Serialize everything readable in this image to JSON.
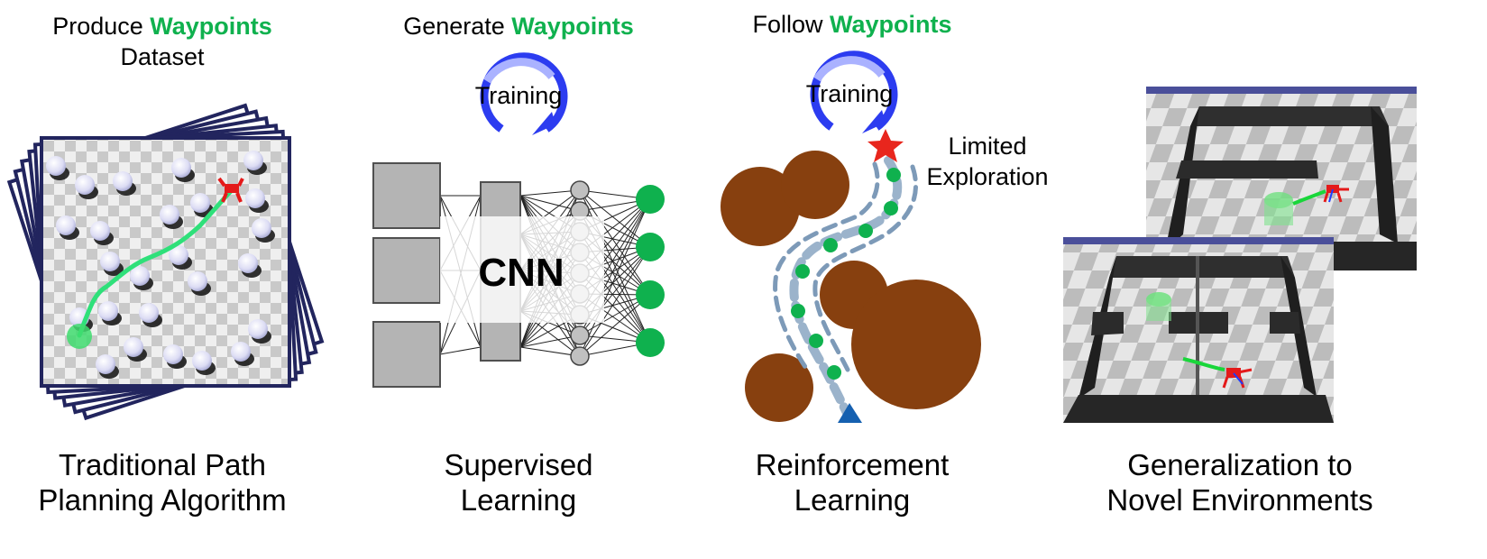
{
  "colors": {
    "waypoint_green": "#0fb14e",
    "training_blue": "#2c3cf0",
    "obstacle_brown": "#87400f",
    "frame_navy": "#22255e",
    "star_red": "#e8261d",
    "goal_triangle_blue": "#1560b0",
    "block_gray": "#b4b4b4"
  },
  "panel1": {
    "title_prefix": "Produce",
    "title_highlight": "Waypoints",
    "title_line2": "Dataset",
    "caption_line1": "Traditional Path",
    "caption_line2": "Planning Algorithm"
  },
  "panel2": {
    "title_prefix": "Generate",
    "title_highlight": "Waypoints",
    "loop_label": "Training",
    "network_label": "CNN",
    "caption_line1": "Supervised",
    "caption_line2": "Learning"
  },
  "panel3": {
    "title_prefix": "Follow",
    "title_highlight": "Waypoints",
    "loop_label": "Training",
    "note_line1": "Limited",
    "note_line2": "Exploration",
    "caption_line1": "Reinforcement",
    "caption_line2": "Learning"
  },
  "panel4": {
    "caption_line1": "Generalization to",
    "caption_line2": "Novel Environments"
  },
  "icons": [
    "training-loop-icon",
    "goal-star-icon",
    "start-triangle-icon",
    "robot-icon"
  ]
}
